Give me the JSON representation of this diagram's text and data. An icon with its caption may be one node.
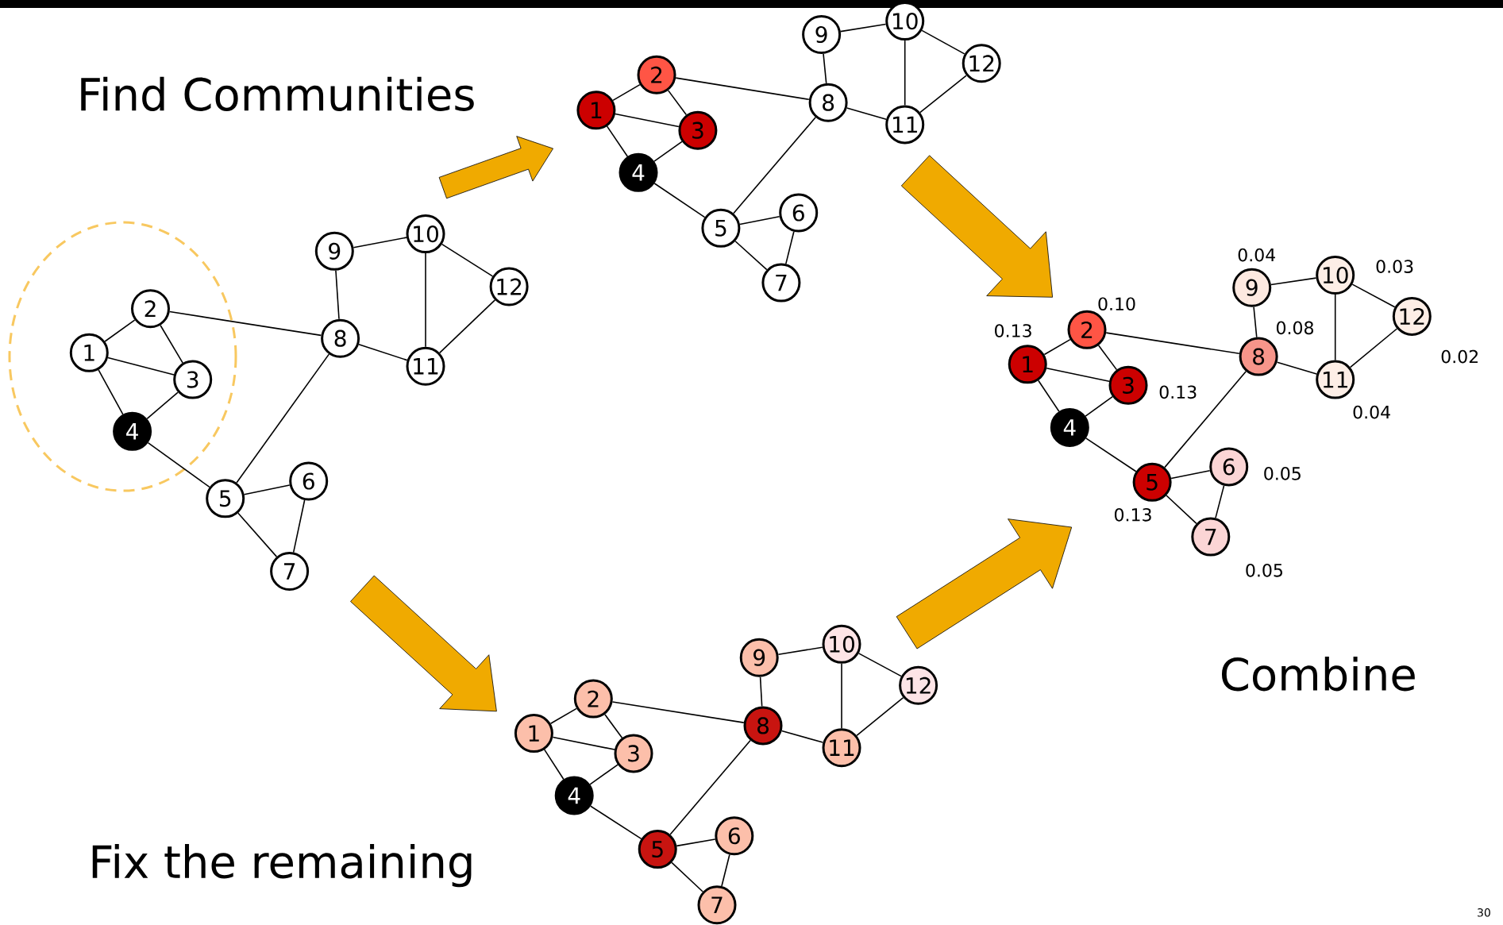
{
  "diagram": {
    "nodes": [
      {
        "text": [
          "1"
        ]
      },
      {
        "text": [
          "2"
        ]
      },
      {
        "text": [
          "3"
        ]
      },
      {
        "text": [
          "4"
        ]
      },
      {
        "text": [
          "5"
        ]
      },
      {
        "text": [
          "6"
        ]
      },
      {
        "text": [
          "7"
        ]
      },
      {
        "text": [
          "8"
        ]
      },
      {
        "text": [
          "9"
        ]
      },
      {
        "text": [
          "10"
        ]
      },
      {
        "text": [
          "11"
        ]
      },
      {
        "text": [
          "12"
        ]
      },
      {
        "text": [
          "1"
        ]
      },
      {
        "text": [
          "2"
        ]
      },
      {
        "text": [
          "3"
        ]
      },
      {
        "text": [
          "4"
        ]
      },
      {
        "text": [
          "5"
        ]
      },
      {
        "text": [
          "6"
        ]
      },
      {
        "text": [
          "7"
        ]
      },
      {
        "text": [
          "8"
        ]
      },
      {
        "text": [
          "9"
        ]
      },
      {
        "text": [
          "10"
        ]
      },
      {
        "text": [
          "11"
        ]
      },
      {
        "text": [
          "12"
        ]
      },
      {
        "text": [
          "1"
        ]
      },
      {
        "text": [
          "2"
        ]
      },
      {
        "text": [
          "3"
        ]
      },
      {
        "text": [
          "4"
        ]
      },
      {
        "text": [
          "5"
        ]
      },
      {
        "text": [
          "6"
        ]
      },
      {
        "text": [
          "7"
        ]
      },
      {
        "text": [
          "8"
        ]
      },
      {
        "text": [
          "9"
        ]
      },
      {
        "text": [
          "10"
        ]
      },
      {
        "text": [
          "11"
        ]
      },
      {
        "text": [
          "12"
        ]
      },
      {
        "text": [
          "1"
        ],
        "beside": [
          "0.13"
        ]
      },
      {
        "text": [
          "2"
        ],
        "beside": [
          "0.10"
        ]
      },
      {
        "text": [
          "3"
        ],
        "beside": [
          "0.13"
        ]
      },
      {
        "text": [
          "4"
        ]
      },
      {
        "text": [
          "5"
        ],
        "beside": [
          "0.13"
        ]
      },
      {
        "text": [
          "6"
        ],
        "beside": [
          "0.05"
        ]
      },
      {
        "text": [
          "7"
        ],
        "beside": [
          "0.05"
        ]
      },
      {
        "text": [
          "8"
        ],
        "beside": [
          "0.08"
        ]
      },
      {
        "text": [
          "9"
        ],
        "beside": [
          "0.04"
        ]
      },
      {
        "text": [
          "10"
        ],
        "beside": [
          "0.03"
        ]
      },
      {
        "text": [
          "11"
        ],
        "beside": [
          "0.04"
        ]
      },
      {
        "text": [
          "12"
        ],
        "beside": [
          "0.02"
        ]
      }
    ],
    "edges": [
      {
        "from": 0,
        "to": 1,
        "arrow": "none"
      },
      {
        "from": 0,
        "to": 2,
        "arrow": "none"
      },
      {
        "from": 0,
        "to": 3,
        "arrow": "none"
      },
      {
        "from": 1,
        "to": 2,
        "arrow": "none"
      },
      {
        "from": 2,
        "to": 3,
        "arrow": "none"
      },
      {
        "from": 1,
        "to": 7,
        "arrow": "none"
      },
      {
        "from": 3,
        "to": 4,
        "arrow": "none"
      },
      {
        "from": 4,
        "to": 5,
        "arrow": "none"
      },
      {
        "from": 4,
        "to": 6,
        "arrow": "none"
      },
      {
        "from": 5,
        "to": 6,
        "arrow": "none"
      },
      {
        "from": 4,
        "to": 7,
        "arrow": "none"
      },
      {
        "from": 7,
        "to": 8,
        "arrow": "none"
      },
      {
        "from": 8,
        "to": 9,
        "arrow": "none"
      },
      {
        "from": 9,
        "to": 10,
        "arrow": "none"
      },
      {
        "from": 9,
        "to": 11,
        "arrow": "none"
      },
      {
        "from": 10,
        "to": 11,
        "arrow": "none"
      },
      {
        "from": 7,
        "to": 10,
        "arrow": "none"
      },
      {
        "from": 12,
        "to": 13,
        "arrow": "none"
      },
      {
        "from": 12,
        "to": 14,
        "arrow": "none"
      },
      {
        "from": 12,
        "to": 15,
        "arrow": "none"
      },
      {
        "from": 13,
        "to": 14,
        "arrow": "none"
      },
      {
        "from": 14,
        "to": 15,
        "arrow": "none"
      },
      {
        "from": 13,
        "to": 19,
        "arrow": "none"
      },
      {
        "from": 15,
        "to": 16,
        "arrow": "none"
      },
      {
        "from": 16,
        "to": 17,
        "arrow": "none"
      },
      {
        "from": 16,
        "to": 18,
        "arrow": "none"
      },
      {
        "from": 17,
        "to": 18,
        "arrow": "none"
      },
      {
        "from": 16,
        "to": 19,
        "arrow": "none"
      },
      {
        "from": 19,
        "to": 20,
        "arrow": "none"
      },
      {
        "from": 20,
        "to": 21,
        "arrow": "none"
      },
      {
        "from": 21,
        "to": 22,
        "arrow": "none"
      },
      {
        "from": 21,
        "to": 23,
        "arrow": "none"
      },
      {
        "from": 22,
        "to": 23,
        "arrow": "none"
      },
      {
        "from": 19,
        "to": 22,
        "arrow": "none"
      },
      {
        "from": 24,
        "to": 25,
        "arrow": "none"
      },
      {
        "from": 24,
        "to": 26,
        "arrow": "none"
      },
      {
        "from": 24,
        "to": 27,
        "arrow": "none"
      },
      {
        "from": 25,
        "to": 26,
        "arrow": "none"
      },
      {
        "from": 26,
        "to": 27,
        "arrow": "none"
      },
      {
        "from": 25,
        "to": 31,
        "arrow": "none"
      },
      {
        "from": 27,
        "to": 28,
        "arrow": "none"
      },
      {
        "from": 28,
        "to": 29,
        "arrow": "none"
      },
      {
        "from": 28,
        "to": 30,
        "arrow": "none"
      },
      {
        "from": 29,
        "to": 30,
        "arrow": "none"
      },
      {
        "from": 28,
        "to": 31,
        "arrow": "none"
      },
      {
        "from": 31,
        "to": 32,
        "arrow": "none"
      },
      {
        "from": 32,
        "to": 33,
        "arrow": "none"
      },
      {
        "from": 33,
        "to": 34,
        "arrow": "none"
      },
      {
        "from": 33,
        "to": 35,
        "arrow": "none"
      },
      {
        "from": 34,
        "to": 35,
        "arrow": "none"
      },
      {
        "from": 31,
        "to": 34,
        "arrow": "none"
      },
      {
        "from": 36,
        "to": 37,
        "arrow": "none"
      },
      {
        "from": 36,
        "to": 38,
        "arrow": "none"
      },
      {
        "from": 36,
        "to": 39,
        "arrow": "none"
      },
      {
        "from": 37,
        "to": 38,
        "arrow": "none"
      },
      {
        "from": 38,
        "to": 39,
        "arrow": "none"
      },
      {
        "from": 37,
        "to": 43,
        "arrow": "none"
      },
      {
        "from": 39,
        "to": 40,
        "arrow": "none"
      },
      {
        "from": 40,
        "to": 41,
        "arrow": "none"
      },
      {
        "from": 40,
        "to": 42,
        "arrow": "none"
      },
      {
        "from": 41,
        "to": 42,
        "arrow": "none"
      },
      {
        "from": 40,
        "to": 43,
        "arrow": "none"
      },
      {
        "from": 43,
        "to": 44,
        "arrow": "none"
      },
      {
        "from": 44,
        "to": 45,
        "arrow": "none"
      },
      {
        "from": 45,
        "to": 46,
        "arrow": "none"
      },
      {
        "from": 45,
        "to": 47,
        "arrow": "none"
      },
      {
        "from": 46,
        "to": 47,
        "arrow": "none"
      },
      {
        "from": 43,
        "to": 46,
        "arrow": "none"
      }
    ],
    "labels": [
      "Find Communities",
      "Fix the remaining",
      "Combine",
      "30"
    ]
  }
}
